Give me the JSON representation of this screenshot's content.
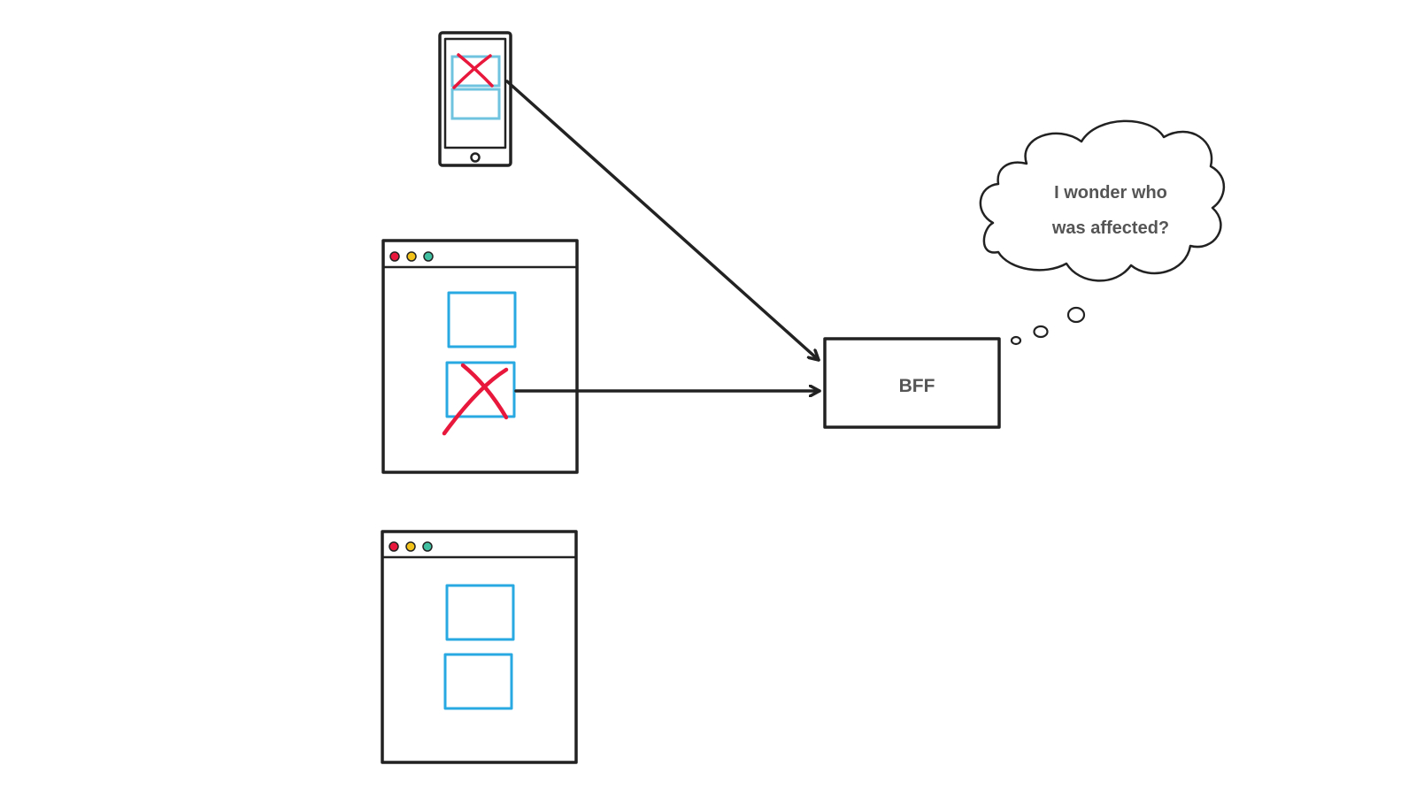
{
  "diagram": {
    "server_label": "BFF",
    "thought": {
      "line1": "I wonder who",
      "line2": "was affected?"
    }
  },
  "colors": {
    "stroke": "#222222",
    "widget": "#29a9e1",
    "error_cross": "#e8173c",
    "text": "#555555",
    "traffic_red": "#e8173c",
    "traffic_yellow": "#f2c21b",
    "traffic_green": "#3fbf9f"
  }
}
